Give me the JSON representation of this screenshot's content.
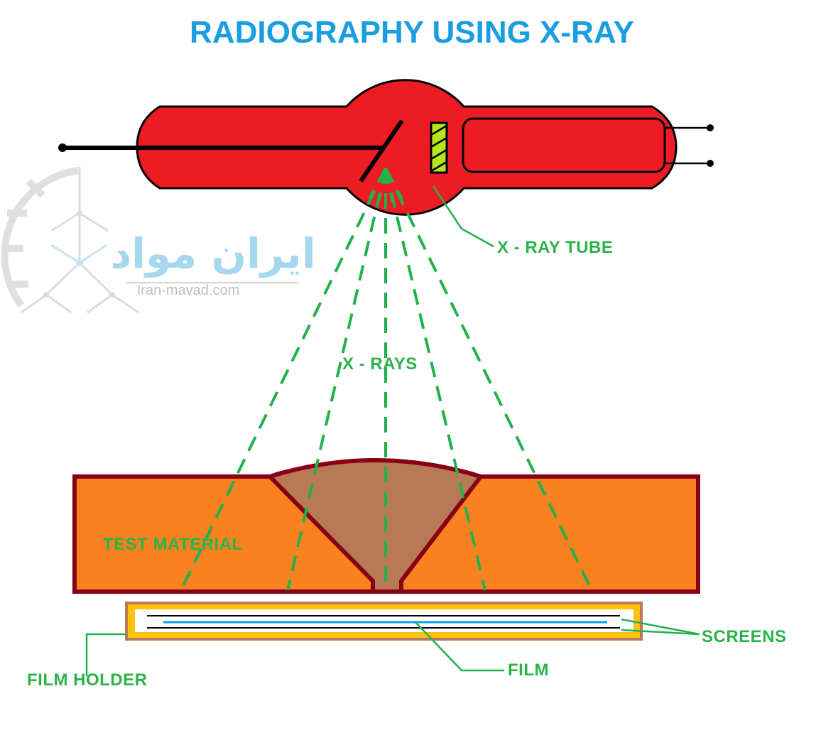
{
  "title": "RADIOGRAPHY USING X-RAY",
  "labels": {
    "xray_tube": "X - RAY TUBE",
    "xrays": "X - RAYS",
    "test_material": "TEST MATERIAL",
    "screens": "SCREENS",
    "film": "FILM",
    "film_holder": "FILM HOLDER"
  },
  "watermark": {
    "brand": "ایران مواد",
    "url": "Iran-mavad.com"
  },
  "colors": {
    "title": "#1a9ee0",
    "label": "#2bb34a",
    "tube": "#ed1c24",
    "material": "#f7821f",
    "weld": "#b87a55",
    "material_border": "#880015",
    "film_holder": "#b97a57",
    "film_holder_inner": "#ffc20e",
    "target": "#b5e61d",
    "film_line": "#00a2e8",
    "ray": "#22b14c",
    "watermark": "#9dd3ee"
  }
}
